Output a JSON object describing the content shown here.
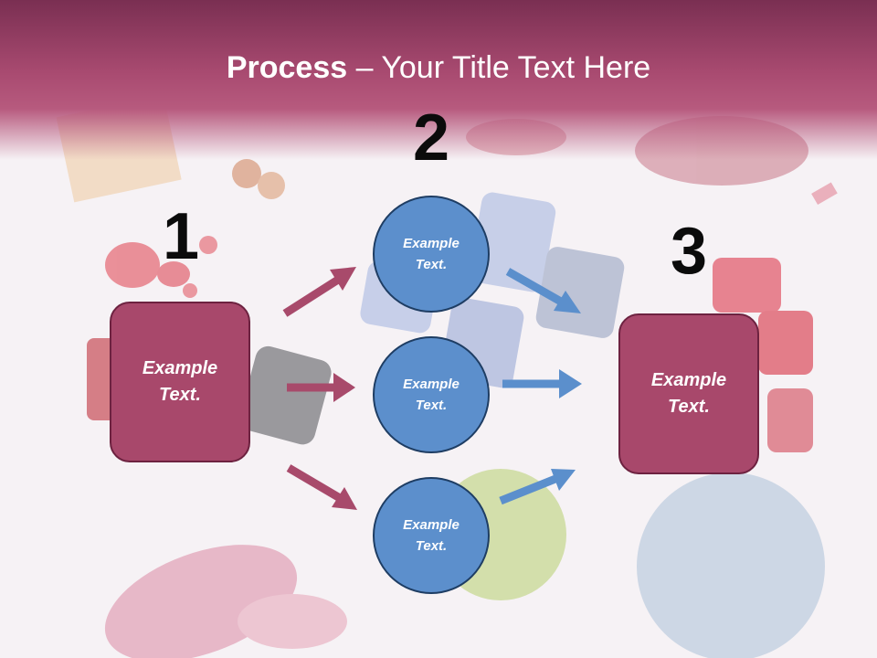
{
  "title": {
    "bold": "Process",
    "rest": " – Your Title Text Here"
  },
  "numbers": [
    "1",
    "2",
    "3"
  ],
  "left_box": {
    "line1": "Example",
    "line2": "Text."
  },
  "right_box": {
    "line1": "Example",
    "line2": "Text."
  },
  "circles": [
    {
      "line1": "Example",
      "line2": "Text."
    },
    {
      "line1": "Example",
      "line2": "Text."
    },
    {
      "line1": "Example",
      "line2": "Text."
    }
  ],
  "colors": {
    "header": "#a84a70",
    "box_fill": "#a8486b",
    "circle_fill": "#5c8fcc",
    "arrow_left": "#a84a6b",
    "arrow_right": "#5b8fcc"
  }
}
